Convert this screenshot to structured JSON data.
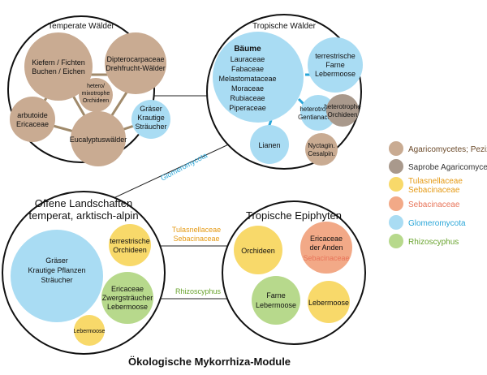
{
  "colors": {
    "agaricomycetes": "#c9ab92",
    "saprobe": "#a9998c",
    "tulasnellaceae": "#f8d96a",
    "sebacinaceae": "#f2a987",
    "glomeromycota": "#a9dcf3",
    "rhizoscyphus": "#b7d98c",
    "tulasnella_text": "#e59a14",
    "sebacina_text": "#e8755a",
    "glomero_text": "#2aa6d8",
    "rhizo_text": "#6aa42f",
    "connector": "#a08a6b",
    "blue_connector": "#2aa6d8"
  },
  "title": "Ökologische Mykorrhiza-Module",
  "modules": {
    "temperate": {
      "heading": "Temperate Wälder",
      "nodes": {
        "kiefern_l1": "Kiefern / Fichten",
        "kiefern_l2": "Buchen / Eichen",
        "dipt_l1": "Dipterocarpaceae",
        "dipt_l2": "Drehfrucht-Wälder",
        "hetero_l1": "hetero/",
        "hetero_l2": "mixotrophe",
        "hetero_l3": "Orchideen",
        "arbutoide_l1": "arbutoide",
        "arbutoide_l2": "Ericaceae",
        "graeser_l1": "Gräser",
        "graeser_l2": "Krautige",
        "graeser_l3": "Sträucher",
        "eucalyptus": "Eucalyptuswälder"
      }
    },
    "tropical": {
      "heading": "Tropische Wälder",
      "nodes": {
        "baeume_title": "Bäume",
        "baeume_list": [
          "Lauraceae",
          "Fabaceae",
          "Melastomataceae",
          "Moraceae",
          "Rubiaceae",
          "Piperaceae"
        ],
        "farne_l1": "terrestrische",
        "farne_l2": "Farne",
        "farne_l3": "Lebermoose",
        "hgent_l1": "heterotrophe",
        "hgent_l2": "Gentianaceae",
        "horch_l1": "heterotrophe",
        "horch_l2": "Orchideen",
        "lianen": "Lianen",
        "nyct_l1": "Nyctagin.",
        "nyct_l2": "Cesalpin."
      }
    },
    "open": {
      "heading_l1": "Offene Landschaften",
      "heading_l2": "temperat, arktisch-alpin",
      "nodes": {
        "graeser_l1": "Gräser",
        "graeser_l2": "Krautige Pflanzen",
        "graeser_l3": "Sträucher",
        "torch_l1": "terrestrische",
        "torch_l2": "Orchideen",
        "eric_l1": "Ericaceae",
        "eric_l2": "Zwergsträucher",
        "eric_l3": "Lebermoose",
        "lebermoose": "Lebermoose"
      }
    },
    "epiphytes": {
      "heading": "Tropische Epiphyten",
      "nodes": {
        "orchideen": "Orchideen",
        "eric_l1": "Ericaceae",
        "eric_l2": "der Anden",
        "eric_l3": "Sebacinaceae",
        "farne_l1": "Farne",
        "farne_l2": "Lebermoose",
        "lebermoose": "Lebermoose"
      }
    }
  },
  "links": {
    "glomeromycota": "Glomeromycota",
    "tulasnella_l1": "Tulasnellaceae",
    "tulasnella_l2": "Sebacinaceae",
    "rhizoscyphus": "Rhizoscyphus"
  },
  "legend": [
    {
      "label": "Agaricomycetes; Pezizales",
      "color": "#c9ab92",
      "text_color": "#6b4a2a"
    },
    {
      "label": "Saprobe Agaricomycetes",
      "color": "#a9998c",
      "text_color": "#333333"
    },
    {
      "label": "Tulasnellaceae",
      "label2": "Sebacinaceae",
      "color": "#f8d96a",
      "text_color": "#e59a14"
    },
    {
      "label": "Sebacinaceae",
      "color": "#f2a987",
      "text_color": "#e8755a"
    },
    {
      "label": "Glomeromycota",
      "color": "#a9dcf3",
      "text_color": "#2aa6d8"
    },
    {
      "label": "Rhizoscyphus",
      "color": "#b7d98c",
      "text_color": "#6aa42f"
    }
  ]
}
